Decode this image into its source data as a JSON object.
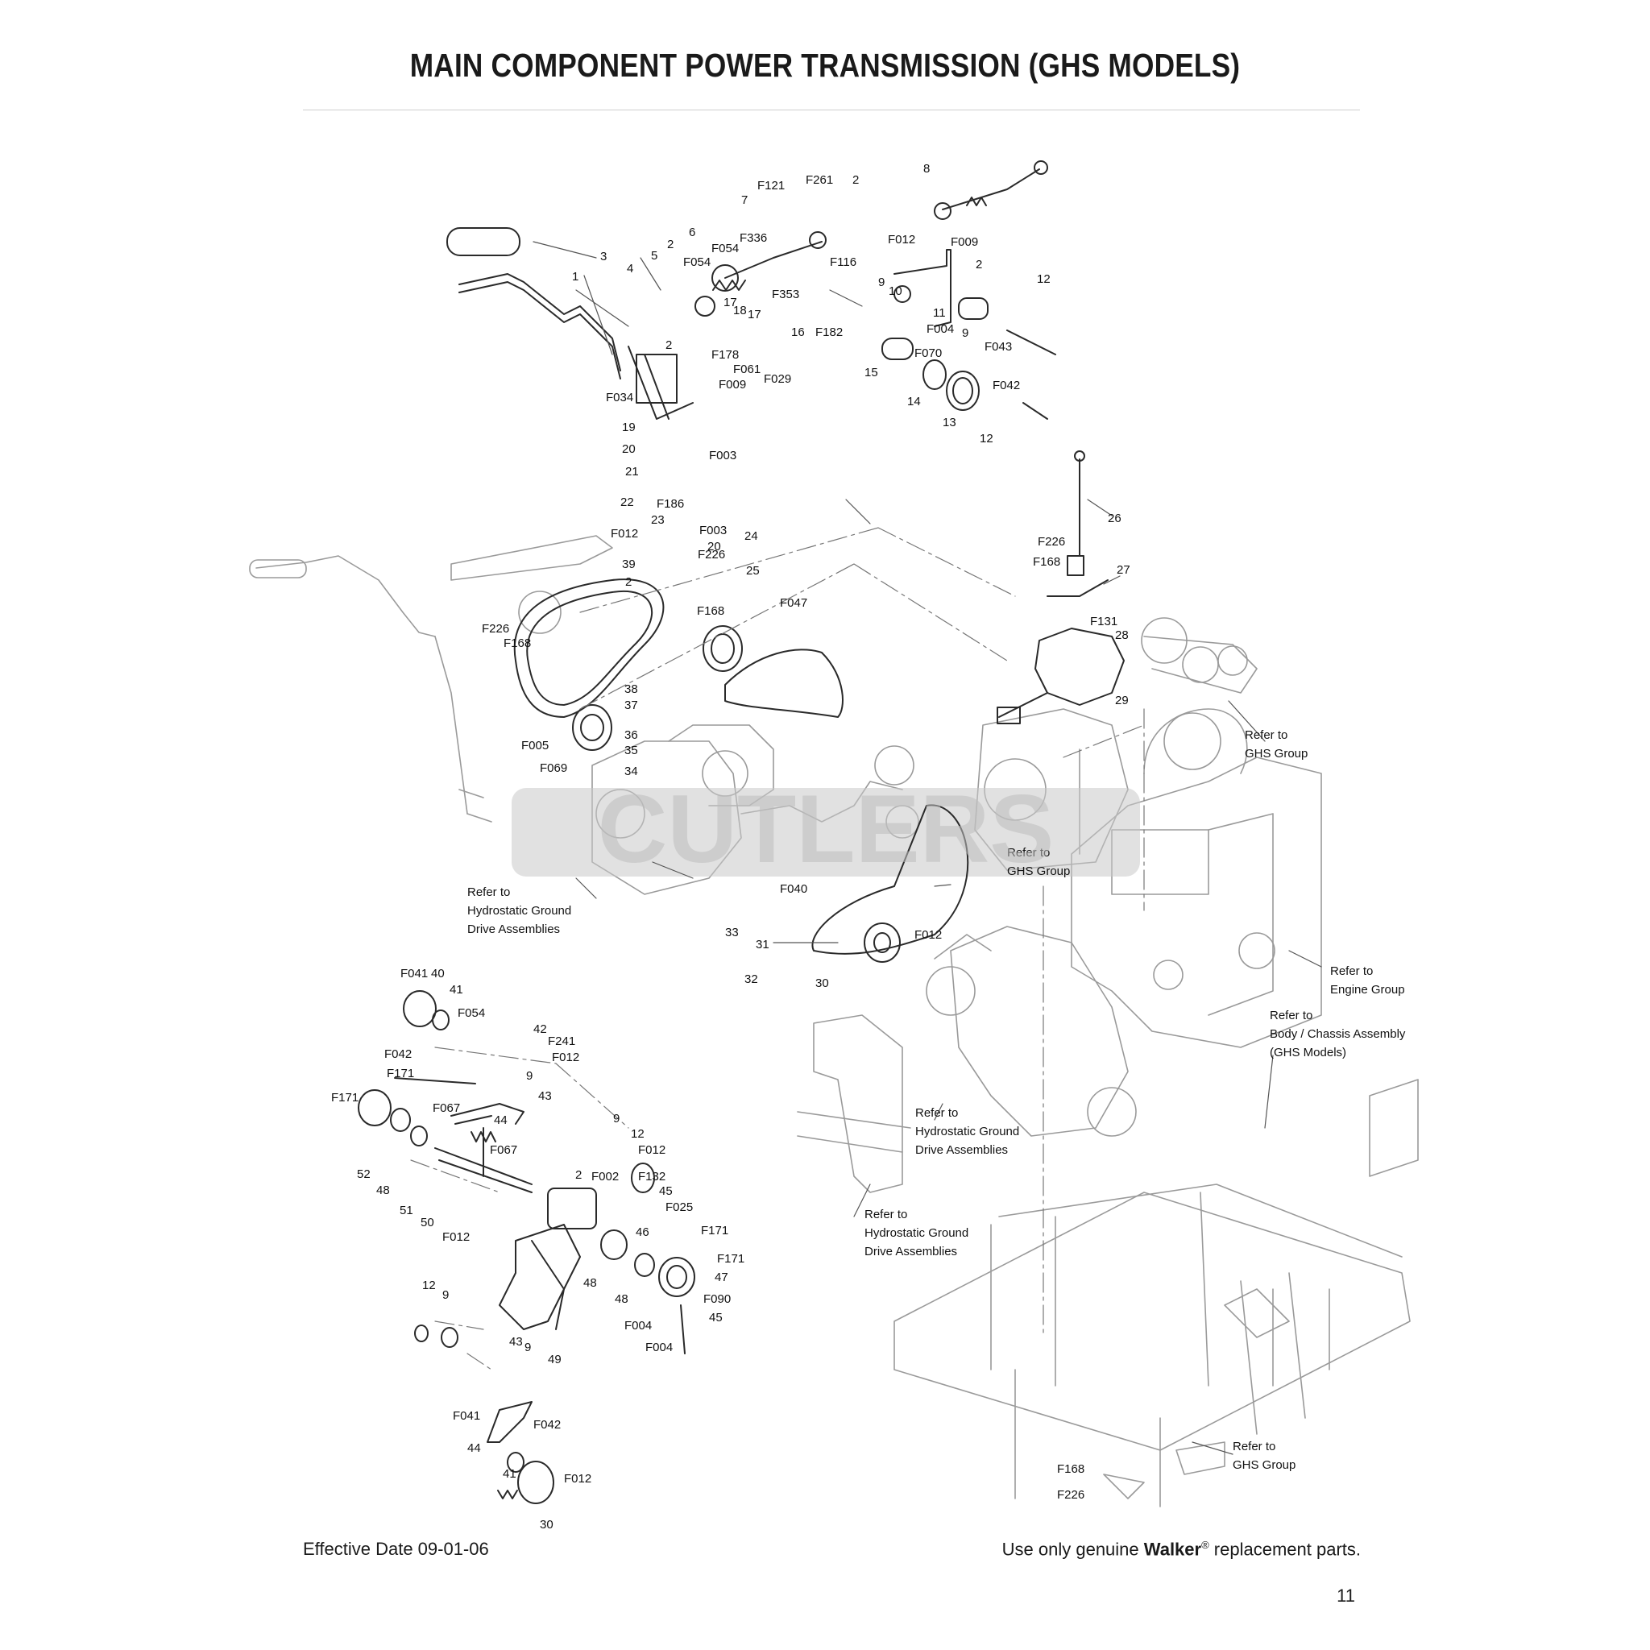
{
  "page": {
    "title": "MAIN COMPONENT POWER TRANSMISSION (GHS MODELS)",
    "effective_date": "Effective Date 09-01-06",
    "footer_prefix": "Use only genuine ",
    "footer_brand": "Walker",
    "footer_reg": "®",
    "footer_suffix": " replacement parts.",
    "page_number": "11",
    "watermark": "CUTLERS"
  },
  "callouts": {
    "top_left": [
      "F121",
      "F261",
      "2",
      "7",
      "6",
      "2",
      "F054",
      "F336",
      "5",
      "4",
      "3",
      "1",
      "F054",
      "F353",
      "17",
      "18",
      "17",
      "2",
      "F178",
      "F061",
      "F029",
      "F009",
      "F034",
      "19",
      "20",
      "F003",
      "21",
      "22",
      "F186",
      "23",
      "F003",
      "20",
      "24",
      "F012",
      "39",
      "25",
      "2",
      "F047",
      "F168",
      "F226",
      "F168",
      "F226"
    ],
    "top_right": [
      "8",
      "F012",
      "F009",
      "2",
      "F116",
      "9",
      "10",
      "16",
      "F182",
      "11",
      "F004",
      "9",
      "12",
      "F043",
      "F070",
      "15",
      "14",
      "13",
      "F042",
      "12",
      "26",
      "F226",
      "F168",
      "27",
      "F131",
      "28",
      "29"
    ],
    "middle": [
      "38",
      "37",
      "36",
      "F005",
      "35",
      "F069",
      "34",
      "33",
      "32",
      "F040",
      "31",
      "F012",
      "30"
    ],
    "bottom_left": [
      "F041",
      "40",
      "41",
      "F054",
      "42",
      "F241",
      "F012",
      "F042",
      "F171",
      "9",
      "43",
      "F171",
      "F067",
      "44",
      "9",
      "12",
      "F012",
      "F067",
      "2",
      "F002",
      "F132",
      "45",
      "F025",
      "52",
      "48",
      "51",
      "50",
      "F012",
      "46",
      "F171",
      "F171",
      "47",
      "48",
      "48",
      "F090",
      "45",
      "F004",
      "F004",
      "12",
      "9",
      "43",
      "9",
      "49",
      "F041",
      "F042",
      "44",
      "41",
      "30",
      "F012"
    ],
    "refer_notes": {
      "hydro_1": [
        "Refer to",
        "Hydrostatic Ground",
        "Drive Assemblies"
      ],
      "ghs_1": [
        "Refer to",
        "GHS Group"
      ],
      "ghs_2": [
        "Refer to",
        "GHS Group"
      ],
      "engine": [
        "Refer to",
        "Engine Group"
      ],
      "body": [
        "Refer to",
        "Body / Chassis Assembly",
        "(GHS Models)"
      ],
      "hydro_2": [
        "Refer to",
        "Hydrostatic Ground",
        "Drive Assemblies"
      ],
      "hydro_3": [
        "Refer to",
        "Hydrostatic Ground",
        "Drive Assemblies"
      ],
      "ghs_3": [
        "Refer to",
        "GHS Group"
      ],
      "chassis_hw": [
        "F168",
        "F226"
      ]
    }
  }
}
